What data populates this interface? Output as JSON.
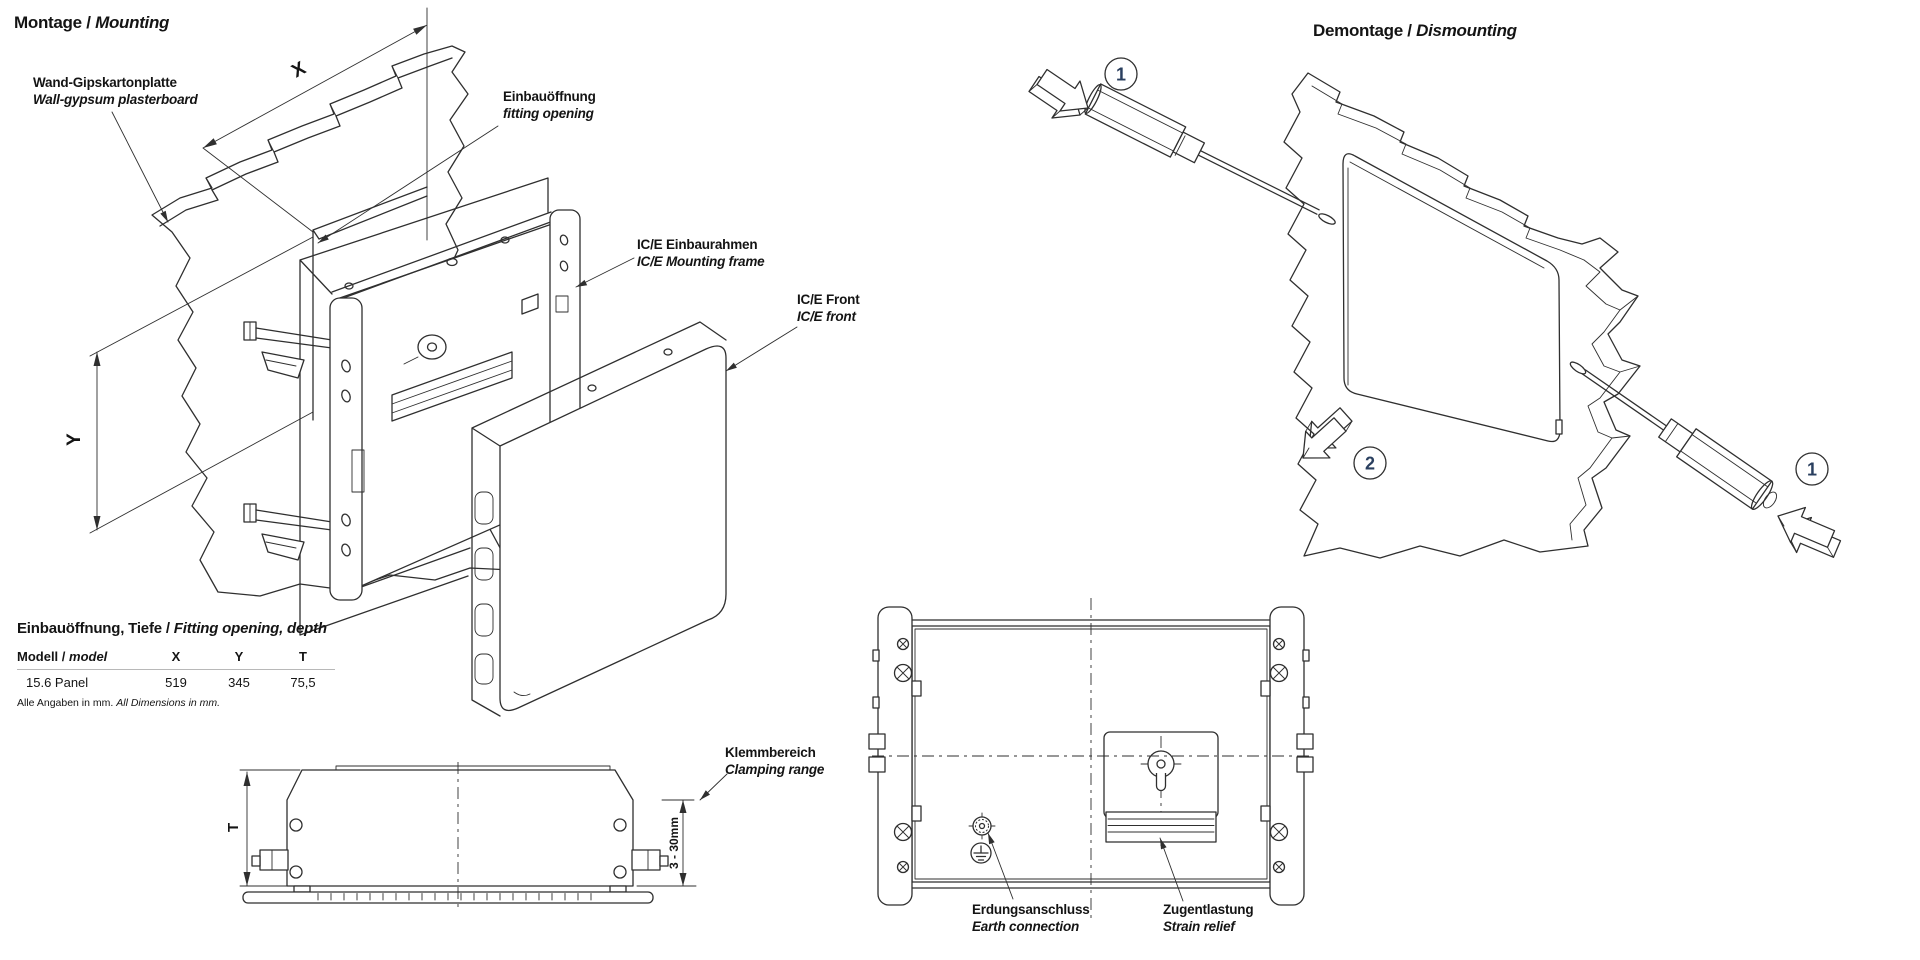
{
  "palette": {
    "background": "#ffffff",
    "line": "#2f2f2f",
    "text": "#141414",
    "callout_number": "#2a3f5f",
    "table_rule": "#b8b8b8"
  },
  "mounting": {
    "title": {
      "de": "Montage /",
      "en": "Mounting"
    },
    "labels": {
      "wall": {
        "de": "Wand-Gipskartonplatte",
        "en": "Wall-gypsum plasterboard"
      },
      "opening": {
        "de": "Einbauöffnung",
        "en": "fitting opening"
      },
      "frame": {
        "de": "IC/E Einbaurahmen",
        "en": "IC/E Mounting frame"
      },
      "front": {
        "de": "IC/E Front",
        "en": "IC/E front"
      }
    },
    "dimensions": {
      "width": "X",
      "height": "Y"
    }
  },
  "dismounting": {
    "title": {
      "de": "Demontage /",
      "en": "Dismounting"
    },
    "callouts": {
      "step1": "1",
      "step2": "2"
    }
  },
  "fitting_table": {
    "title": {
      "de": "Einbauöffnung, Tiefe /",
      "en": "Fitting opening, depth"
    },
    "columns": {
      "model_de": "Modell /",
      "model_en": "model",
      "x": "X",
      "y": "Y",
      "t": "T"
    },
    "rows": [
      {
        "model": "15.6 Panel",
        "x": "519",
        "y": "345",
        "t": "75,5"
      }
    ],
    "footnote": {
      "de": "Alle Angaben in mm.",
      "en": "All Dimensions in mm."
    }
  },
  "side_view": {
    "labels": {
      "clamping": {
        "de": "Klemmbereich",
        "en": "Clamping range"
      }
    },
    "dimensions": {
      "depth": "T",
      "range": "3 - 30mm"
    }
  },
  "rear_view": {
    "labels": {
      "earth": {
        "de": "Erdungsanschluss",
        "en": "Earth connection"
      },
      "strain": {
        "de": "Zugentlastung",
        "en": "Strain relief"
      }
    }
  }
}
